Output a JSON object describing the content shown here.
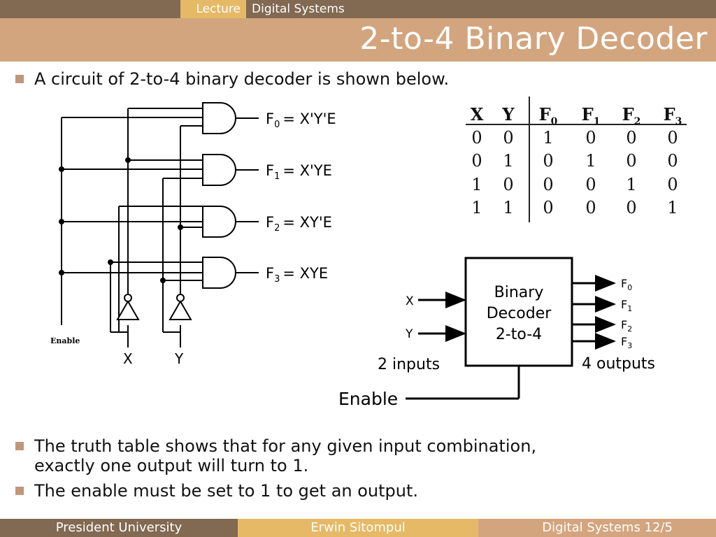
{
  "header": {
    "crumbs": [
      "Lecture",
      "Digital Systems"
    ],
    "title": "2-to-4 Binary Decoder"
  },
  "bullets": [
    "A circuit of 2-to-4 binary decoder is shown below.",
    "The truth table shows that for any given input combination,",
    "exactly one output will turn to 1.",
    "The enable must be set to 1 to get an output."
  ],
  "circuit": {
    "enable_label": "Enable",
    "input_labels": [
      "X",
      "Y"
    ],
    "outputs": [
      {
        "name": "F",
        "sub": "0",
        "expr": "= X'Y'E"
      },
      {
        "name": "F",
        "sub": "1",
        "expr": "= X'YE"
      },
      {
        "name": "F",
        "sub": "2",
        "expr": "= XY'E"
      },
      {
        "name": "F",
        "sub": "3",
        "expr": "= XYE"
      }
    ]
  },
  "truth_table": {
    "headers": [
      {
        "t": "X",
        "s": ""
      },
      {
        "t": "Y",
        "s": ""
      },
      {
        "t": "F",
        "s": "0"
      },
      {
        "t": "F",
        "s": "1"
      },
      {
        "t": "F",
        "s": "2"
      },
      {
        "t": "F",
        "s": "3"
      }
    ],
    "rows": [
      [
        "0",
        "0",
        "1",
        "0",
        "0",
        "0"
      ],
      [
        "0",
        "1",
        "0",
        "1",
        "0",
        "0"
      ],
      [
        "1",
        "0",
        "0",
        "0",
        "1",
        "0"
      ],
      [
        "1",
        "1",
        "0",
        "0",
        "0",
        "1"
      ]
    ]
  },
  "block": {
    "line1": "Binary",
    "line2": "Decoder",
    "line3": "2-to-4",
    "in_x": "X",
    "in_y": "Y",
    "inputs_caption": "2 inputs",
    "outputs_caption": "4 outputs",
    "enable": "Enable",
    "out_labels": [
      {
        "t": "F",
        "s": "0"
      },
      {
        "t": "F",
        "s": "1"
      },
      {
        "t": "F",
        "s": "2"
      },
      {
        "t": "F",
        "s": "3"
      }
    ]
  },
  "footer": {
    "left": "President University",
    "center": "Erwin Sitompul",
    "right": "Digital Systems 12/5"
  }
}
